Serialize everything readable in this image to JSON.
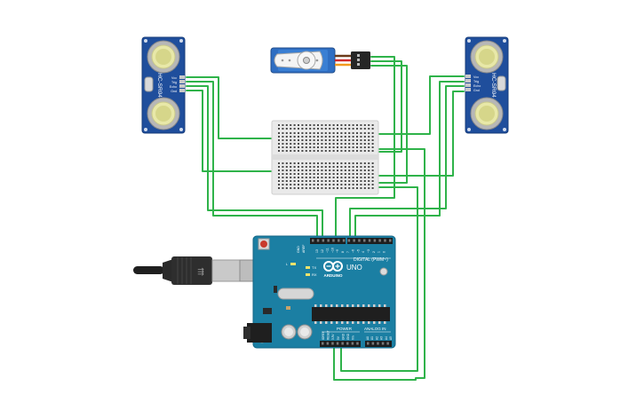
{
  "sensor_left": {
    "model": "HC-SR04",
    "pins": [
      "Vcc",
      "Trig",
      "Echo",
      "Gnd"
    ]
  },
  "sensor_right": {
    "model": "HC-SR04",
    "pins": [
      "Vcc",
      "Trig",
      "Echo",
      "Gnd"
    ]
  },
  "arduino": {
    "brand": "ARDUINO",
    "model": "UNO",
    "digital_label": "DIGITAL (PWM~)",
    "power_label": "POWER",
    "analog_label": "ANALOG IN",
    "tx_label": "TX",
    "rx_label": "RX",
    "aref_label": "AREF",
    "gnd_label": "GND",
    "digital_pins": [
      "13",
      "12",
      "~11",
      "~10",
      "~9",
      "8",
      "7",
      "~6",
      "~5",
      "4",
      "~3",
      "2",
      "1",
      "0"
    ],
    "power_pins": [
      "IOREF",
      "RESET",
      "3.3V",
      "5V",
      "GND",
      "GND",
      "Vin"
    ],
    "analog_pins": [
      "A0",
      "A1",
      "A2",
      "A3",
      "A4",
      "A5"
    ]
  },
  "colors": {
    "wire": "#2fb34a",
    "board": "#1b7fa3",
    "sensor": "#1f4e9c",
    "servo": "#2f6ec2",
    "breadboard": "#e8e8e8"
  }
}
